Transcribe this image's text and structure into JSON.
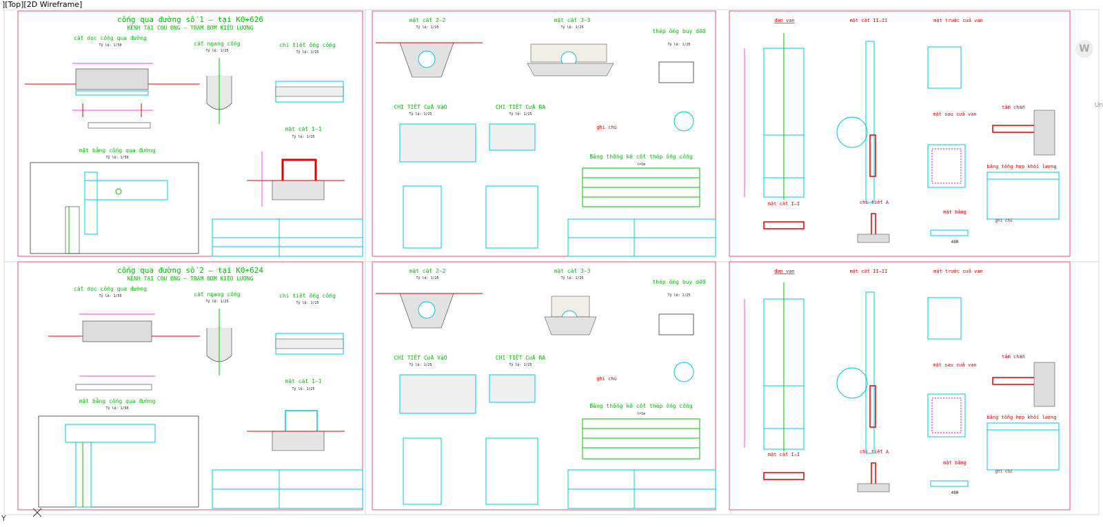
{
  "viewport": {
    "label": "][Top][2D Wireframe]"
  },
  "sheets": [
    {
      "title": "cống qua đường số 1 – tại K0+626",
      "subtitle": "KÊNH TẠI CỌU ĐNG – TRẠM BƠM KIỀU LƯƠNG",
      "labels": [
        "cắt dọc cống qua đường",
        "cắt ngang cống",
        "chi tiết ống cống",
        "mặt cắt 1–1",
        "mặt bằng cống qua đường"
      ],
      "scales": [
        "Tỷ lệ: 1/50",
        "Tỷ lệ: 1/25",
        "Tỷ lệ: 1/25",
        "Tỷ lệ: 1/25",
        "Tỷ lệ: 1/50"
      ]
    },
    {
      "title": "",
      "labels": [
        "mặt cắt 2–2",
        "mặt cắt 3–3",
        "thép ống buy d40",
        "CHI TIẾT CửA VàO",
        "CHI TIẾT CửA RA",
        "ghi chú",
        "Bảng thống kê cốt thép ống cống"
      ],
      "scales": [
        "Tỷ lệ: 1/25",
        "Tỷ lệ: 1/25",
        "Tỷ lệ: 1/25",
        "Tỷ lệ: 1/25",
        "Tỷ lệ: 1/25"
      ],
      "extra": "l=1m"
    },
    {
      "title": "",
      "labels": [
        "đan van",
        "mặt cắt II–II",
        "mặt trước cửa van",
        "mặt sau cửa van",
        "tấm chắn",
        "bảng tổng hợp khối lượng",
        "mặt cắt I–I",
        "chi tiết A",
        "mặt bằng"
      ],
      "dimension": "480",
      "note": "ghi chú"
    },
    {
      "title": "cống qua đường số 2 – tại K0+624",
      "subtitle": "KÊNH TẠI CỌU ĐNG – TRẠM BƠM KIỀU LƯƠNG",
      "labels": [
        "cắt dọc cống qua đường",
        "cắt ngang cống",
        "chi tiết ống cống",
        "mặt cắt 1–1",
        "mặt bằng cống qua đường"
      ],
      "scales": [
        "Tỷ lệ: 1/50",
        "Tỷ lệ: 1/25",
        "Tỷ lệ: 1/25",
        "Tỷ lệ: 1/25",
        "Tỷ lệ: 1/50"
      ]
    },
    {
      "title": "",
      "labels": [
        "mặt cắt 2–2",
        "mặt cắt 3–3",
        "thép ống buy d40",
        "CHI TIẾT CửA VàO",
        "CHI TIẾT CửA RA",
        "ghi chú",
        "Bảng thống kê cốt thép ống cống"
      ],
      "scales": [
        "Tỷ lệ: 1/25",
        "Tỷ lệ: 1/25",
        "Tỷ lệ: 1/25",
        "Tỷ lệ: 1/25",
        "Tỷ lệ: 1/25"
      ],
      "extra": "l=1m"
    },
    {
      "title": "",
      "labels": [
        "đan van",
        "mặt cắt II–II",
        "mặt trước cửa van",
        "mặt sau cửa van",
        "tấm chắn",
        "bảng tổng hợp khối lượng",
        "mặt cắt I–I",
        "chi tiết A",
        "mặt bằng"
      ],
      "dimension": "480",
      "note": "ghi chú"
    }
  ],
  "watermark": "W",
  "side_clip": "Un",
  "ucs": "Y",
  "colors": {
    "cyan": "#00c8e0",
    "magenta": "#e000e0",
    "red": "#e00000",
    "green": "#00c000",
    "sheet_border": "#e0566b"
  }
}
